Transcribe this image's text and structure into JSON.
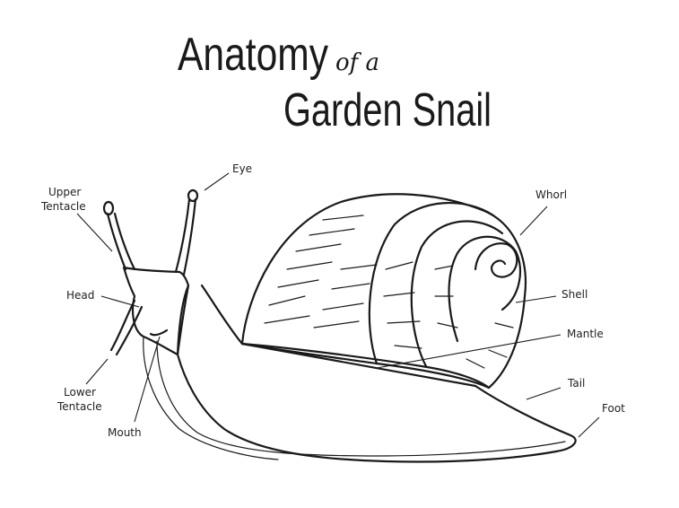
{
  "title": {
    "line1": "Anatomy",
    "connector": "of a",
    "line2": "Garden Snail"
  },
  "labels": {
    "eye": "Eye",
    "upper_tentacle_1": "Upper",
    "upper_tentacle_2": "Tentacle",
    "head": "Head",
    "lower_tentacle_1": "Lower",
    "lower_tentacle_2": "Tentacle",
    "mouth": "Mouth",
    "whorl": "Whorl",
    "shell": "Shell",
    "mantle": "Mantle",
    "tail": "Tail",
    "foot": "Foot"
  },
  "colors": {
    "ink": "#1a1a1a",
    "background": "#ffffff"
  }
}
